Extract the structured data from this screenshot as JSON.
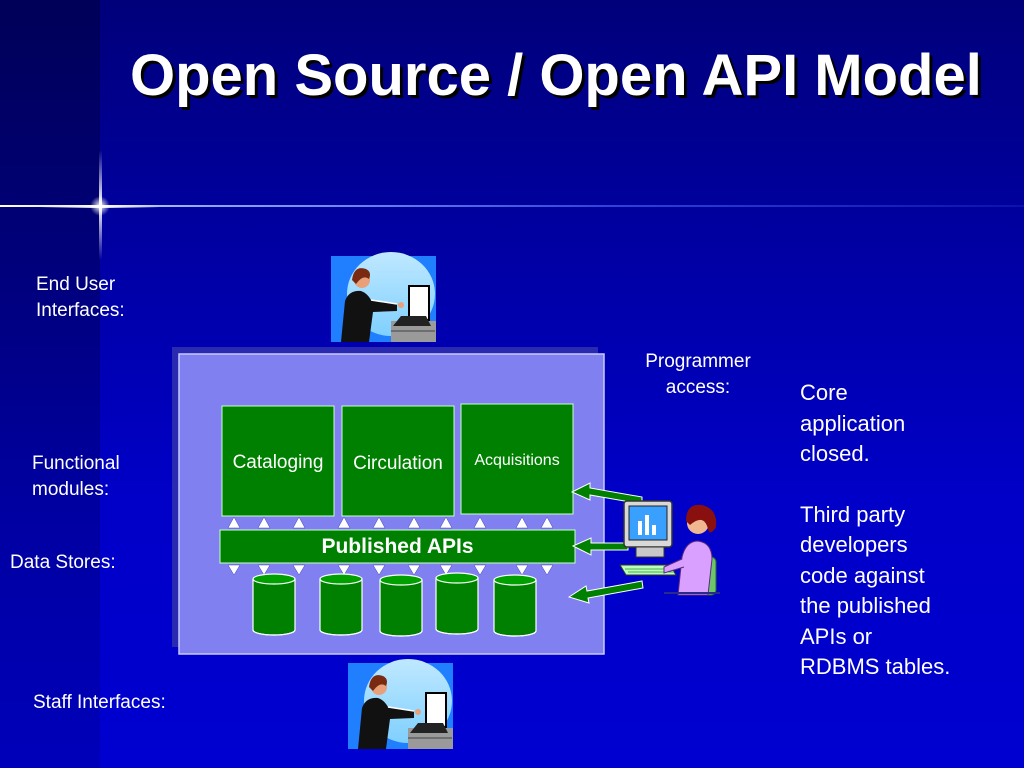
{
  "slide": {
    "title": "Open Source / Open API Model"
  },
  "labels": {
    "end_user": [
      "End User",
      "Interfaces:"
    ],
    "functional": [
      "Functional",
      "modules:"
    ],
    "data_stores": "Data Stores:",
    "staff": "Staff Interfaces:",
    "programmer": [
      "Programmer",
      "access:"
    ]
  },
  "modules": [
    "Cataloging",
    "Circulation",
    "Acquisitions"
  ],
  "api_bar": "Published APIs",
  "notes": {
    "core": [
      "Core",
      "application",
      "closed."
    ],
    "third_party": [
      "Third party",
      "developers",
      "code against",
      "the published",
      "APIs or",
      "RDBMS tables."
    ]
  },
  "icons": [
    "user-at-computer-icon",
    "programmer-at-computer-icon",
    "database-cylinder-icon"
  ],
  "colors": {
    "background": "#0000a8",
    "panel": "#8080f0",
    "module": "#008000",
    "arrow": "#008000"
  }
}
